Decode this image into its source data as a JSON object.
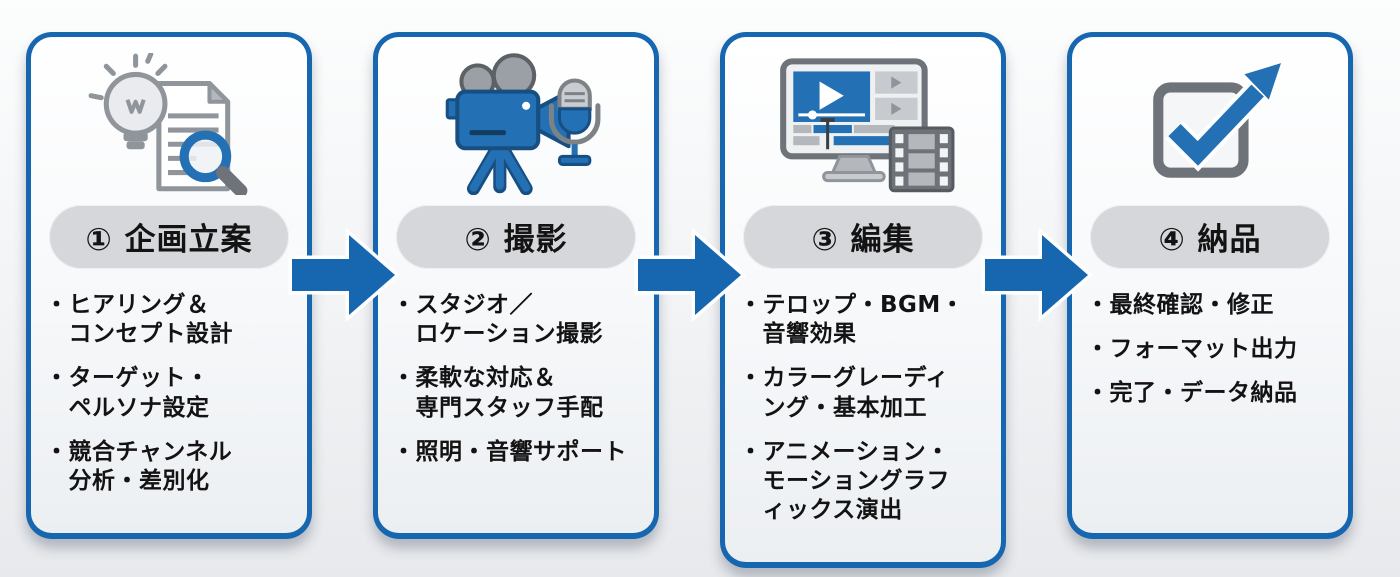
{
  "ui": {
    "bullet_marker": "・"
  },
  "colors": {
    "accent_blue": "#1767b0",
    "icon_blue": "#2470b5",
    "icon_gray": "#8f959b",
    "pill_gray": "#d5d7db",
    "text_black": "#131313",
    "card_background": "#f6f8fa"
  },
  "flow": {
    "direction": "left-to-right",
    "arrow_count": 3,
    "steps": [
      {
        "title": "① 企画立案",
        "icon": "idea-research-icon",
        "bullets": [
          "ヒアリング＆\nコンセプト設計",
          "ターゲット・\nペルソナ設定",
          "競合チャンネル\n分析・差別化"
        ]
      },
      {
        "title": "② 撮影",
        "icon": "camera-mic-icon",
        "bullets": [
          "スタジオ／\nロケーション撮影",
          "柔軟な対応＆\n専門スタッフ手配",
          "照明・音響サポート"
        ]
      },
      {
        "title": "③ 編集",
        "icon": "editing-monitor-film-icon",
        "bullets": [
          "テロップ・BGM・\n音響効果",
          "カラーグレーディ\nング・基本加工",
          "アニメーション・\nモーショングラフ\nィックス演出"
        ]
      },
      {
        "title": "④ 納品",
        "icon": "check-arrow-icon",
        "bullets": [
          "最終確認・修正",
          "フォーマット出力",
          "完了・データ納品"
        ]
      }
    ]
  }
}
